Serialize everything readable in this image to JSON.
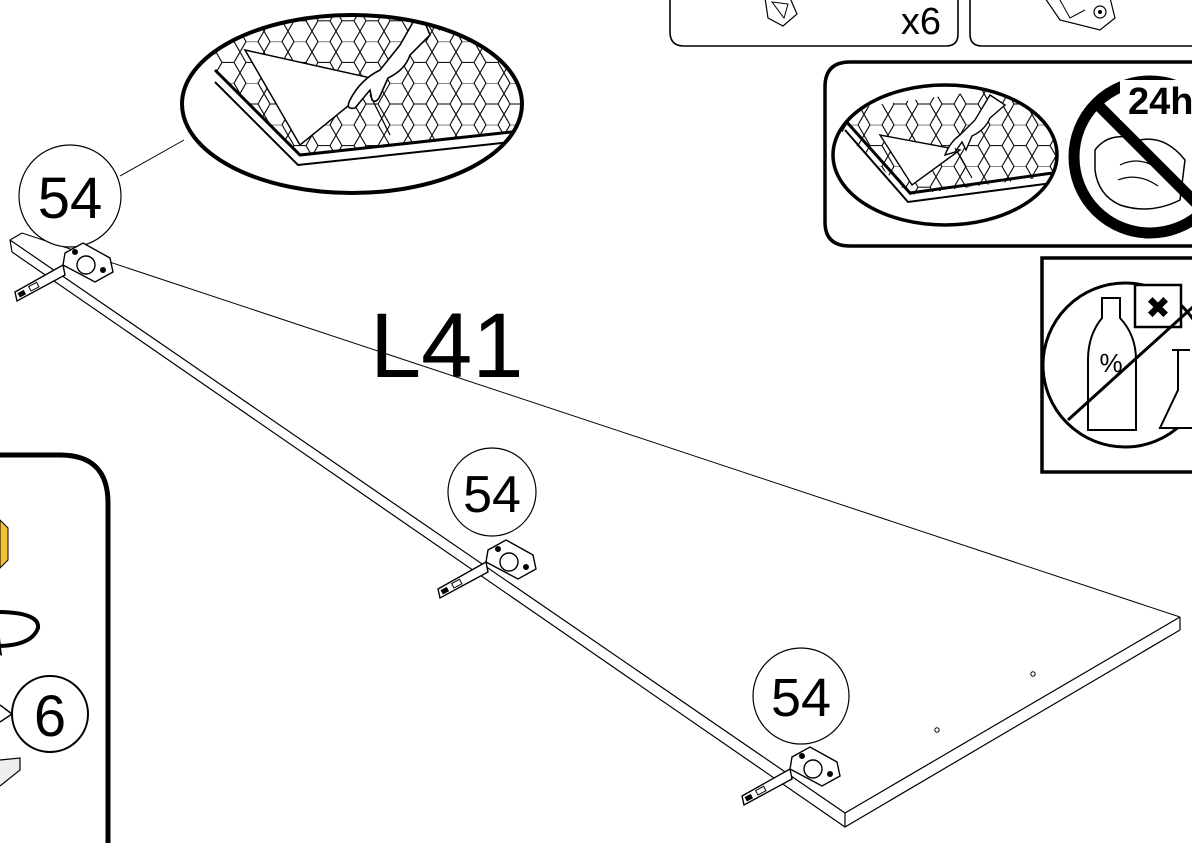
{
  "panel": {
    "part_label": "L41"
  },
  "hinge_callouts": [
    {
      "label": "54"
    },
    {
      "label": "54"
    },
    {
      "label": "54"
    }
  ],
  "hardware_boxes": [
    {
      "quantity": "x6",
      "icon": "hinge-cup-icon"
    },
    {
      "quantity": "",
      "icon": "hinge-plate-icon"
    }
  ],
  "warnings": {
    "no_wipe_hours": "24h",
    "alcohol_symbol": "%",
    "prohibited_mark": "✖"
  },
  "side_panel": {
    "step_label": "6"
  }
}
